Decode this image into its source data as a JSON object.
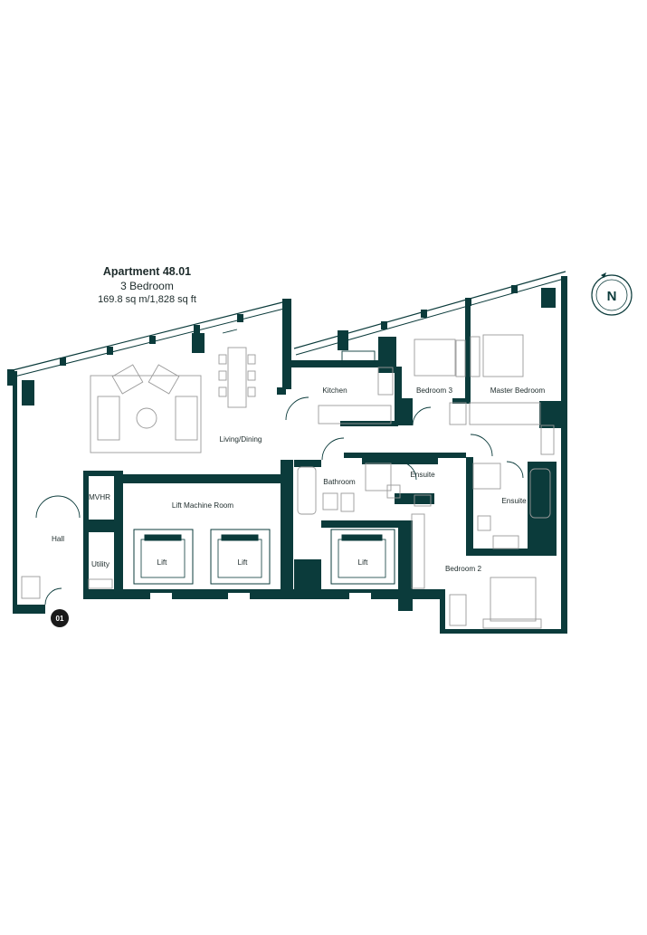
{
  "header": {
    "apartment": "Apartment 48.01",
    "bedrooms": "3 Bedroom",
    "area": "169.8 sq m/1,828 sq ft"
  },
  "compass": {
    "letter": "N"
  },
  "entrance_badge": "01",
  "rooms": {
    "living": "Living/Dining",
    "kitchen": "Kitchen",
    "bedroom3": "Bedroom 3",
    "master": "Master Bedroom",
    "mvhr": "MVHR",
    "hall": "Hall",
    "utility": "Utility",
    "lift_machine": "Lift Machine Room",
    "lift1": "Lift",
    "lift2": "Lift",
    "lift3": "Lift",
    "bathroom": "Bathroom",
    "ensuite1": "Ensuite",
    "ensuite2": "Ensuite",
    "bedroom2": "Bedroom 2"
  },
  "colors": {
    "wall": "#0b3b3b",
    "fixture": "#9a9a9a",
    "text": "#1d2b2b",
    "badge": "#1a1a1a"
  }
}
